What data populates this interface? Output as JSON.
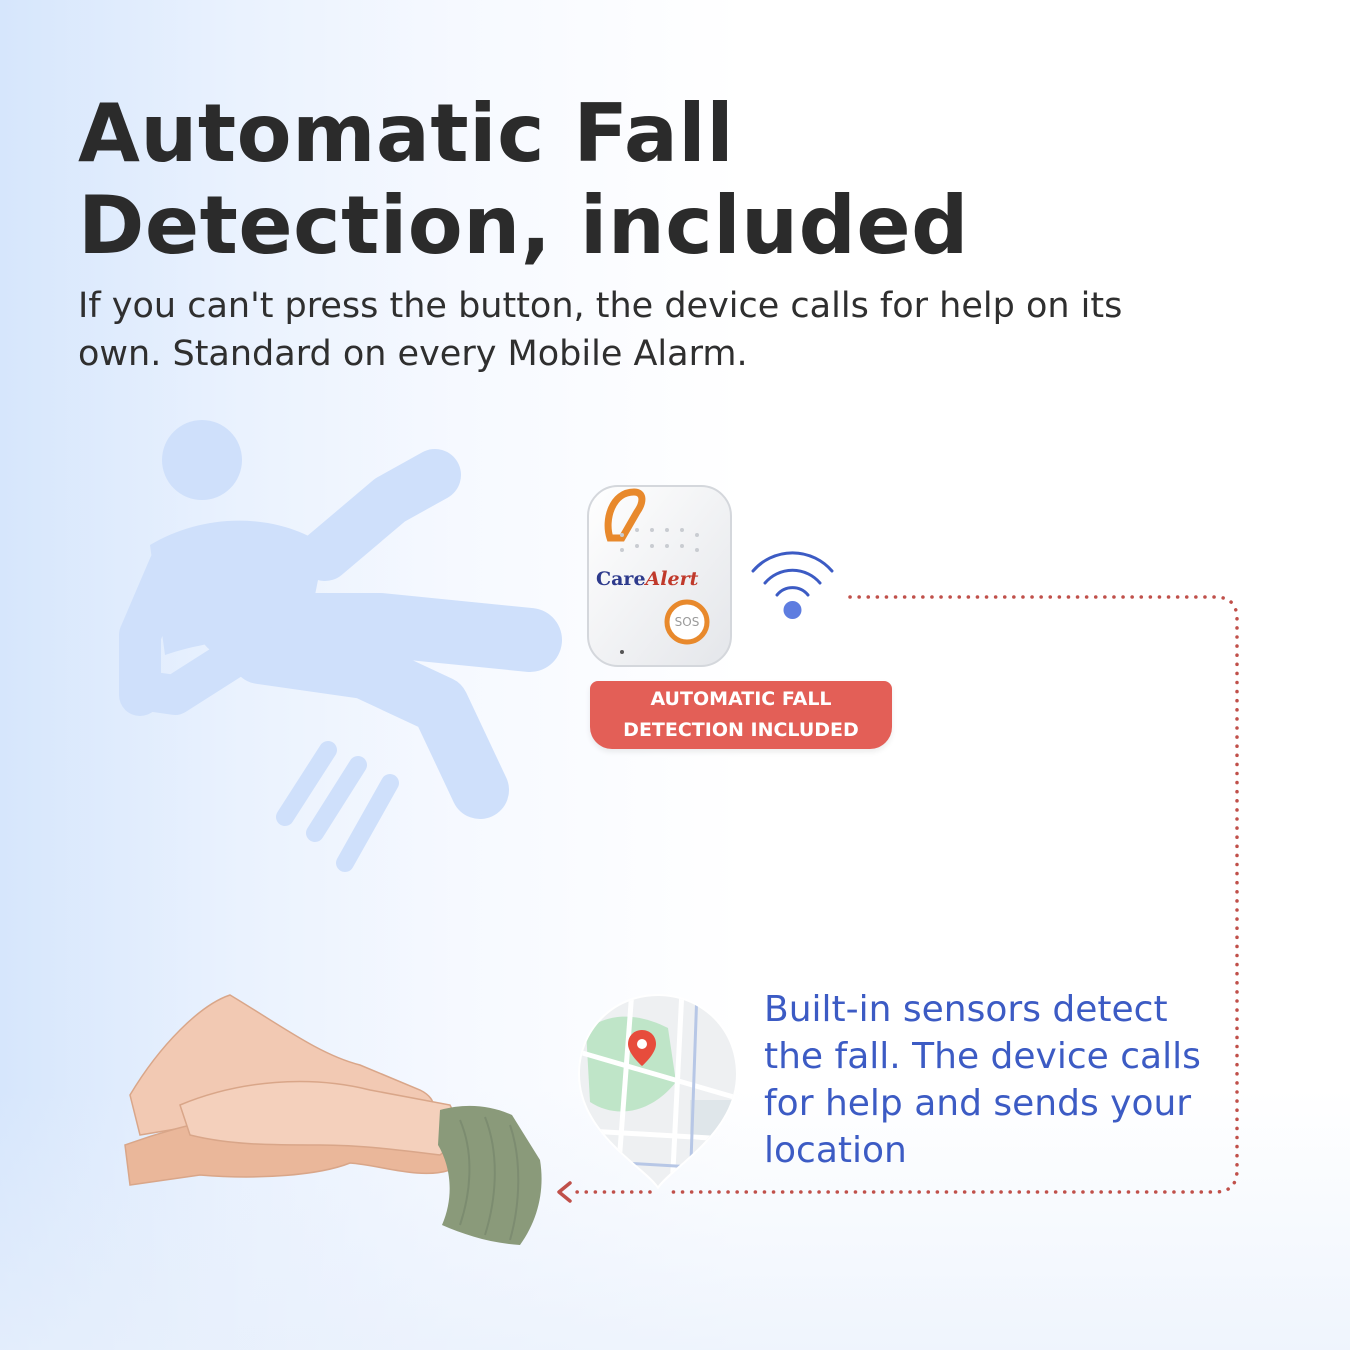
{
  "header": {
    "title": "Automatic Fall Detection, included",
    "subtitle": "If you can't press the button, the device calls for help on its own. Standard on every Mobile Alarm."
  },
  "device": {
    "brand_care": "Care",
    "brand_alert": "Alert",
    "sos_label": "SOS"
  },
  "badge": {
    "text": "AUTOMATIC FALL DETECTION INCLUDED"
  },
  "info": {
    "text": "Built-in sensors detect the fall. The device calls for help and sends your location"
  },
  "icons": {
    "fall": "falling-person-icon",
    "signal": "wireless-signal-icon",
    "map": "map-location-pin-icon",
    "hands": "helping-hands-image"
  },
  "colors": {
    "heading": "#2b2b2b",
    "accent_blue": "#3c5bc4",
    "badge_red": "#e35f57",
    "dotted_line": "#c0504a",
    "figure_blue": "#cfe0fb",
    "device_orange": "#e8892c"
  }
}
